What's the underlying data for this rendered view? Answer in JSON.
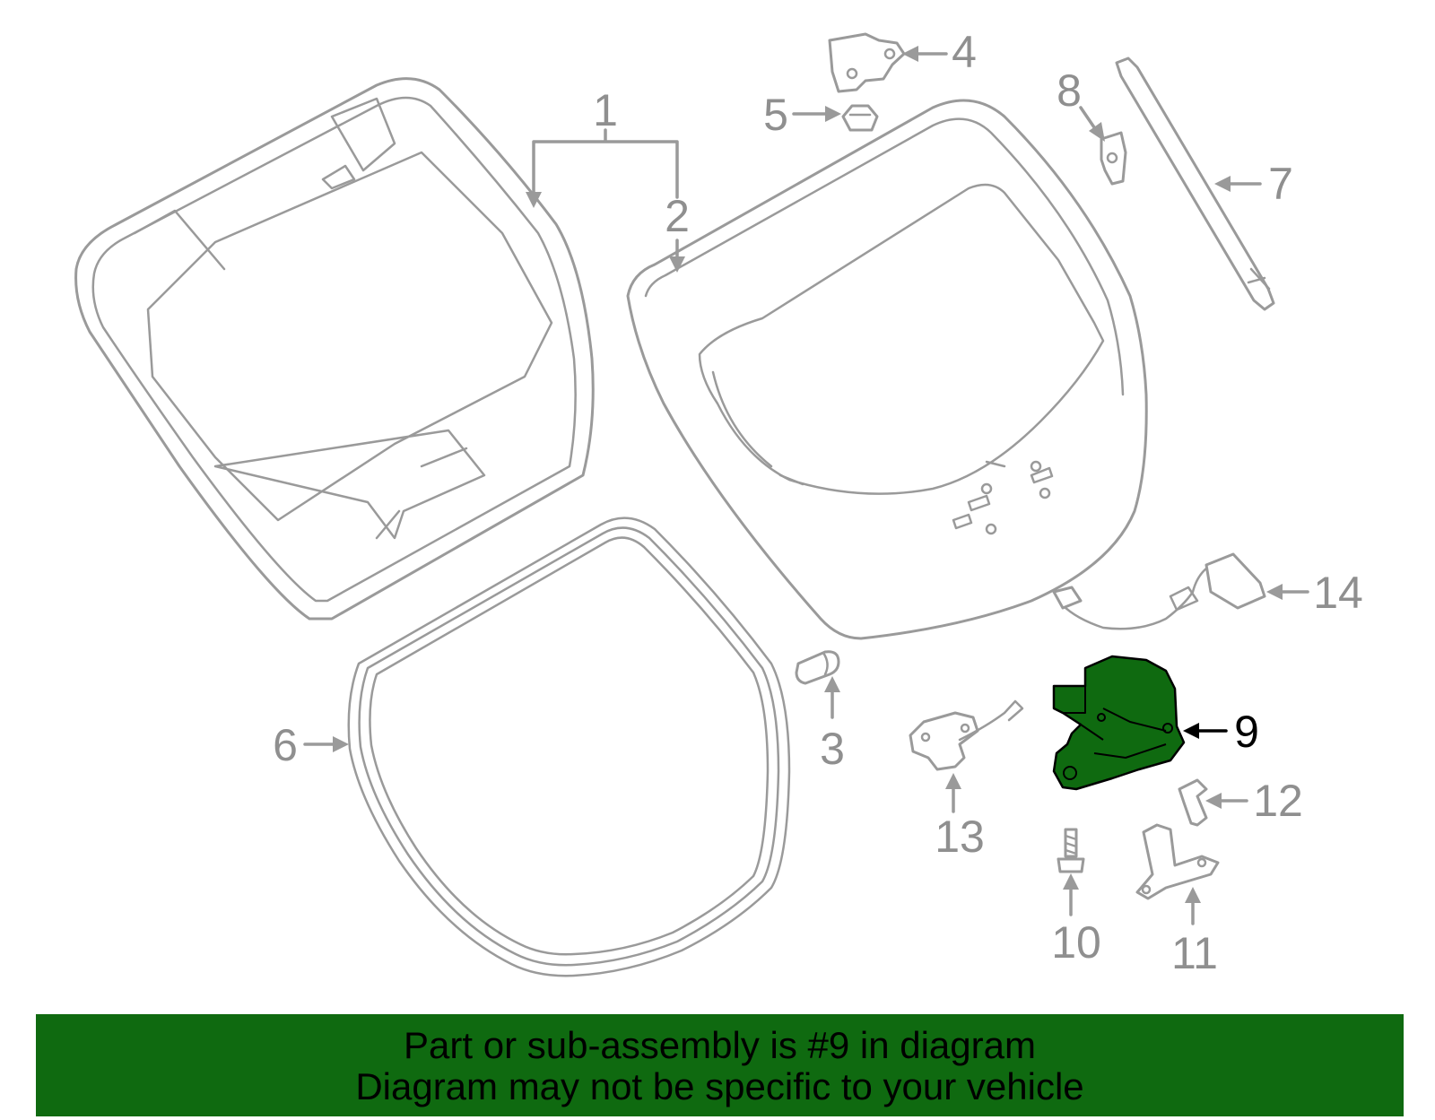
{
  "diagram": {
    "highlight_color": "#0f6a10",
    "line_color": "#9a9a9a",
    "highlighted_part": "9",
    "callouts": [
      "1",
      "2",
      "3",
      "4",
      "5",
      "6",
      "7",
      "8",
      "9",
      "10",
      "11",
      "12",
      "13",
      "14"
    ]
  },
  "banner": {
    "line1": "Part or sub-assembly is #9 in diagram",
    "line2": "Diagram may not be specific to your vehicle"
  }
}
